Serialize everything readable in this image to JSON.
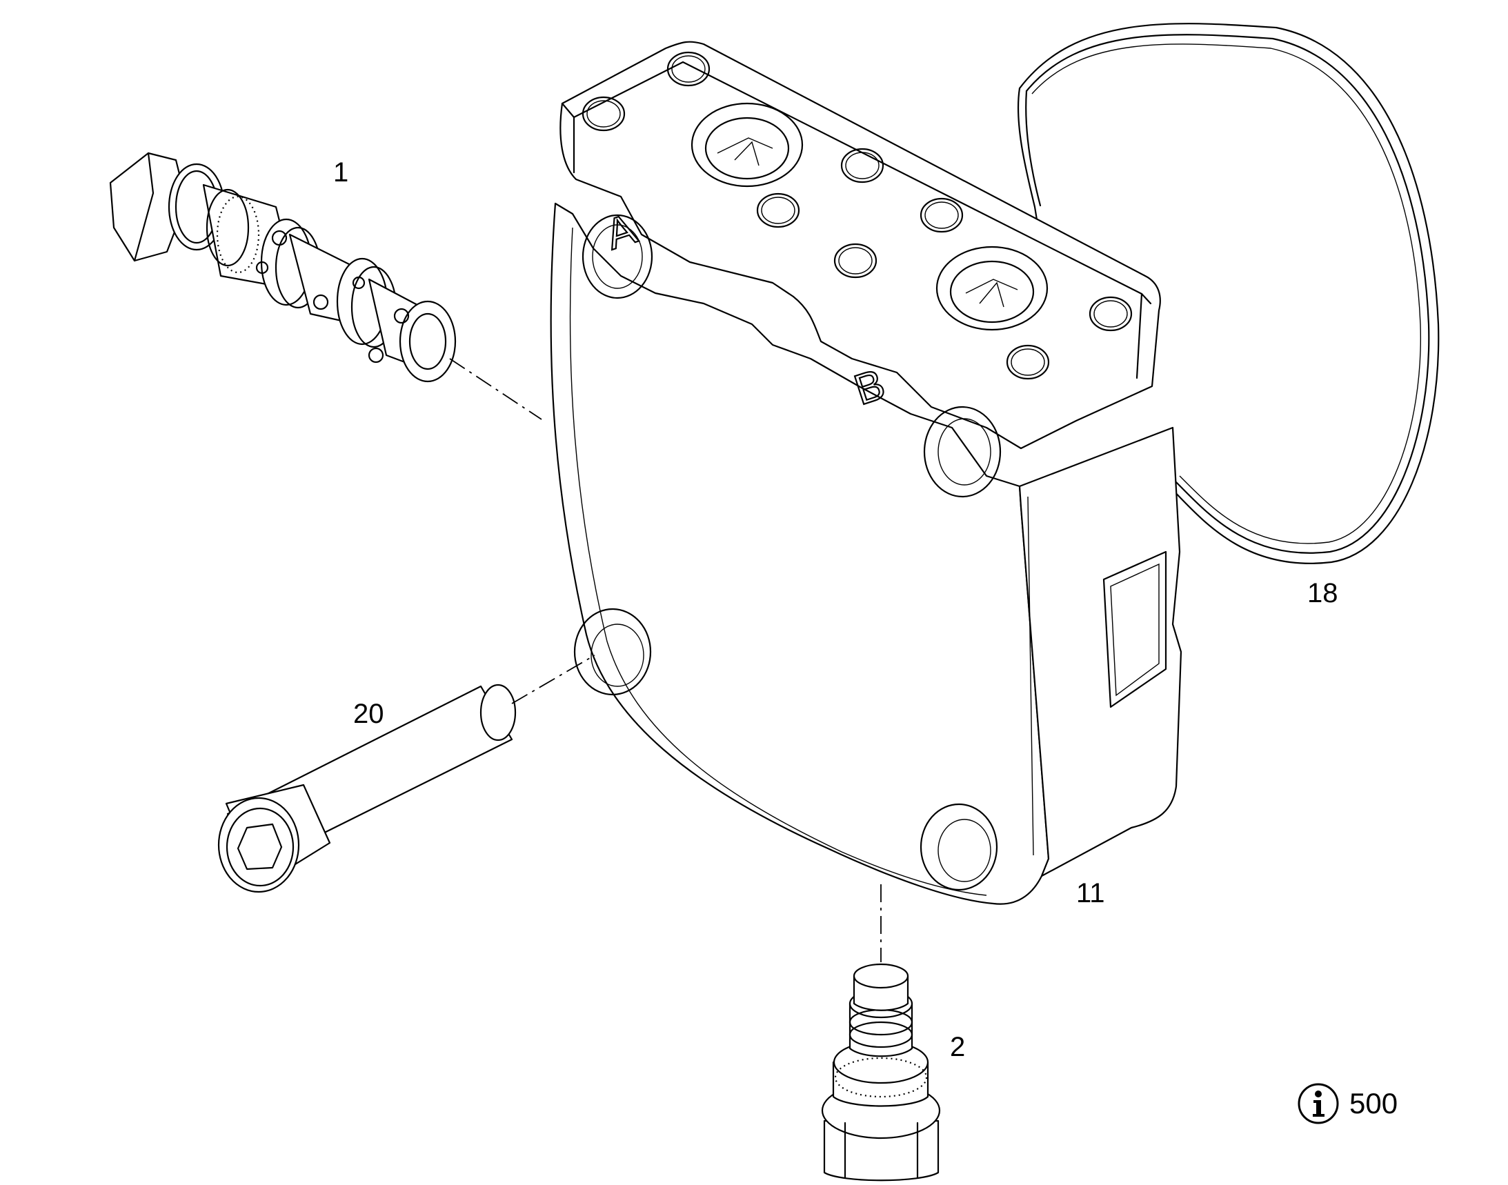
{
  "callouts": {
    "part_1": "1",
    "part_2": "2",
    "part_11": "11",
    "part_18": "18",
    "part_20": "20"
  },
  "port_labels": {
    "a": "A",
    "b": "B"
  },
  "info": {
    "icon": "info-circle-icon",
    "reference": "500"
  }
}
